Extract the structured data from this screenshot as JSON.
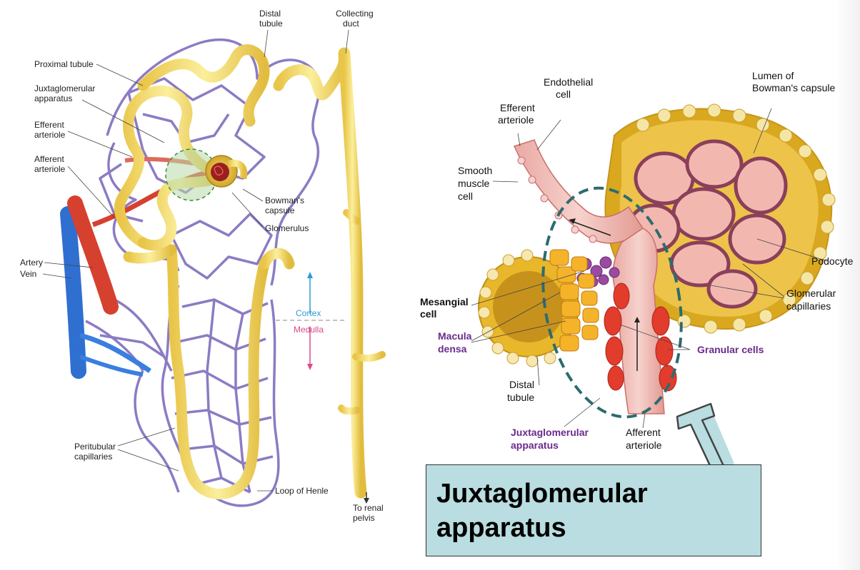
{
  "left_diagram": {
    "labels": {
      "proximal_tubule": "Proximal tubule",
      "juxtaglomerular_1": "Juxtaglomerular",
      "juxtaglomerular_2": "apparatus",
      "efferent_1": "Efferent",
      "efferent_2": "arteriole",
      "afferent_1": "Afferent",
      "afferent_2": "arteriole",
      "distal_1": "Distal",
      "distal_2": "tubule",
      "collecting_1": "Collecting",
      "collecting_2": "duct",
      "bowmans_1": "Bowman's",
      "bowmans_2": "capsule",
      "glomerulus": "Glomerulus",
      "artery": "Artery",
      "vein": "Vein",
      "cortex": "Cortex",
      "medulla": "Medulla",
      "peritubular_1": "Peritubular",
      "peritubular_2": "capillaries",
      "loop_henle": "Loop of Henle",
      "renal_1": "To renal",
      "renal_2": "pelvis"
    }
  },
  "right_diagram": {
    "labels": {
      "endothelial_1": "Endothelial",
      "endothelial_2": "cell",
      "efferent_1": "Efferent",
      "efferent_2": "arteriole",
      "lumen_1": "Lumen of",
      "lumen_2": "Bowman's capsule",
      "smooth_1": "Smooth",
      "smooth_2": "muscle",
      "smooth_3": "cell",
      "podocyte": "Podocyte",
      "mesangial_1": "Mesangial",
      "mesangial_2": "cell",
      "glomerular_1": "Glomerular",
      "glomerular_2": "capillaries",
      "macula_1": "Macula",
      "macula_2": "densa",
      "granular": "Granular cells",
      "distal_1": "Distal",
      "distal_2": "tubule",
      "jga_1": "Juxtaglomerular",
      "jga_2": "apparatus",
      "afferent_1": "Afferent",
      "afferent_2": "arteriole"
    }
  },
  "callout": {
    "line1": "Juxtaglomerular",
    "line2": "apparatus"
  },
  "colors": {
    "tubule": "#f6e27a",
    "capillary": "#8c7bc4",
    "artery": "#d6412f",
    "vein": "#2f6fd0",
    "callout_bg": "#b9dde0",
    "jga_outline": "#2e6b6e",
    "purple_label": "#6b2a8c"
  }
}
